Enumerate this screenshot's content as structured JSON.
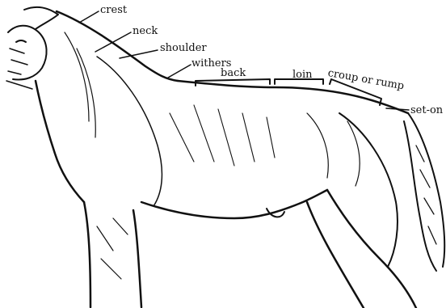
{
  "labels": {
    "crest": "crest",
    "neck": "neck",
    "shoulder": "shoulder",
    "withers": "withers",
    "back": "back",
    "loin": "loin",
    "croup": "croup or rump",
    "set_on": "set-on"
  },
  "colors": {
    "ink": "#111111",
    "background": "#ffffff"
  }
}
